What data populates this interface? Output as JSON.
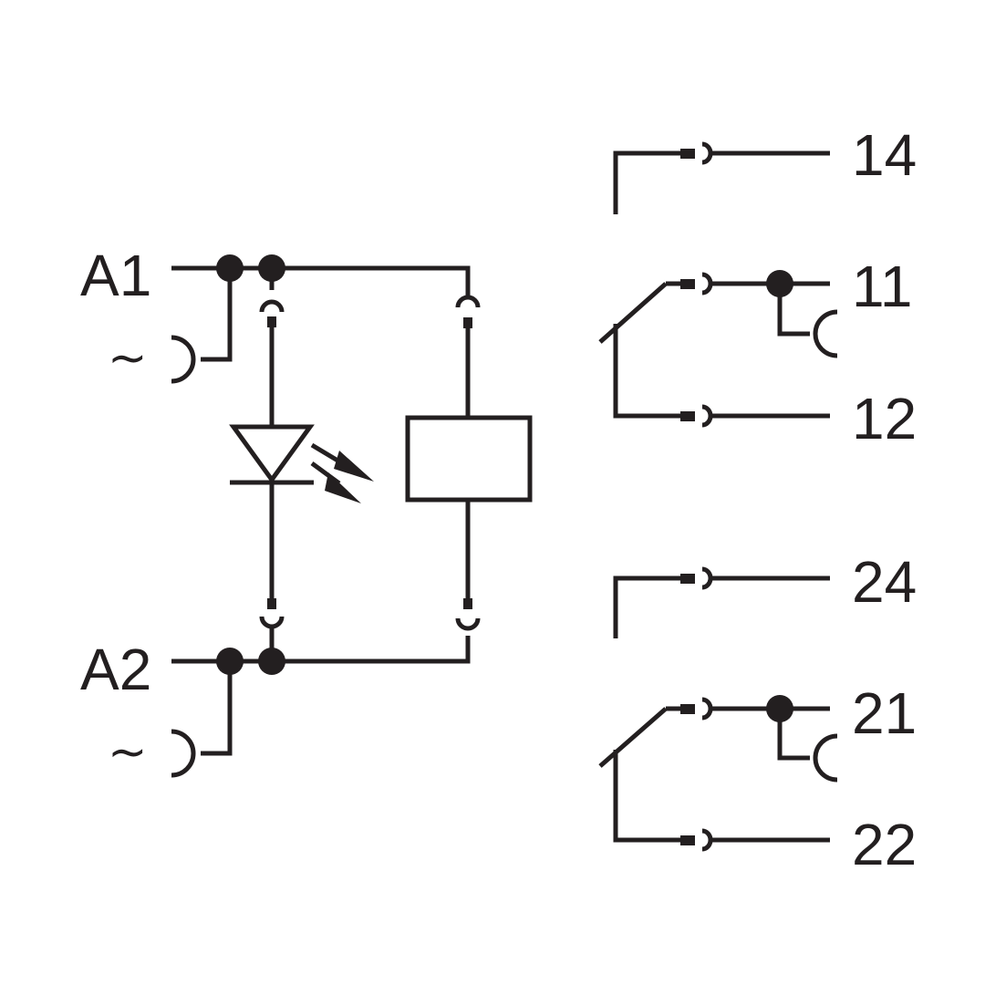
{
  "labels": {
    "a1": "A1",
    "a2": "A2",
    "tilde_a1": "~",
    "tilde_a2": "~",
    "t14": "14",
    "t11": "11",
    "t12": "12",
    "t24": "24",
    "t21": "21",
    "t22": "22"
  },
  "colors": {
    "ink": "#231f20",
    "background": "#ffffff"
  },
  "components": [
    "relay-coil",
    "led-indicator",
    "changeover-contact-1",
    "changeover-contact-2"
  ]
}
